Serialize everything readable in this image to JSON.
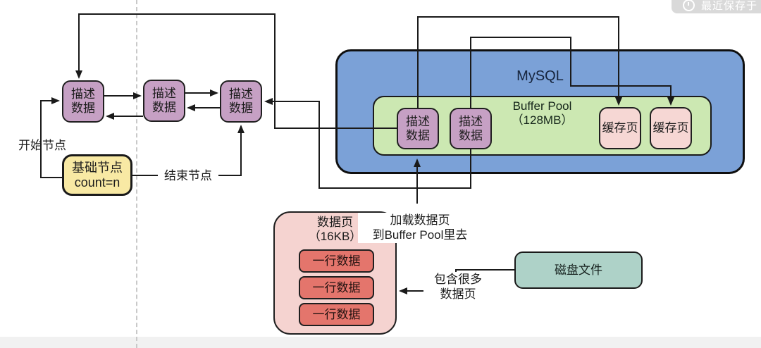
{
  "toolbar": {
    "saved_label": "最近保存于",
    "icon": "history-clock-icon"
  },
  "colors": {
    "node_purple": "#c6a0c4",
    "node_yellow": "#f8e9a4",
    "mysql_blue": "#7ba1d7",
    "buffer_pool_green": "#cce8b2",
    "cache_pink": "#f6d7d4",
    "data_page_rose": "#f5d3d0",
    "row_red": "#e4756c",
    "disk_teal": "#aed2c8",
    "connector_line": "#1a1a1a",
    "pill_gray": "#d9d9d9"
  },
  "diagram": {
    "left_chain": {
      "nodes": [
        {
          "label": "描述\n数据"
        },
        {
          "label": "描述\n数据"
        },
        {
          "label": "描述\n数据"
        }
      ],
      "start_label": "开始节点",
      "end_label": "结束节点",
      "base_node": {
        "label": "基础节点\ncount=n"
      }
    },
    "mysql": {
      "title": "MySQL",
      "buffer_pool": {
        "title": "Buffer Pool\n（128MB）",
        "desc_nodes": [
          {
            "label": "描述\n数据"
          },
          {
            "label": "描述\n数据"
          }
        ],
        "cache_pages": [
          {
            "label": "缓存页"
          },
          {
            "label": "缓存页"
          }
        ]
      }
    },
    "data_page": {
      "title": "数据页\n（16KB）",
      "rows": [
        {
          "label": "一行数据"
        },
        {
          "label": "一行数据"
        },
        {
          "label": "一行数据"
        }
      ]
    },
    "disk": {
      "label": "磁盘文件"
    },
    "annotations": {
      "load_to_buffer_pool": "加载数据页\n到Buffer Pool里去",
      "contains_many": "包含很多\n数据页"
    }
  }
}
